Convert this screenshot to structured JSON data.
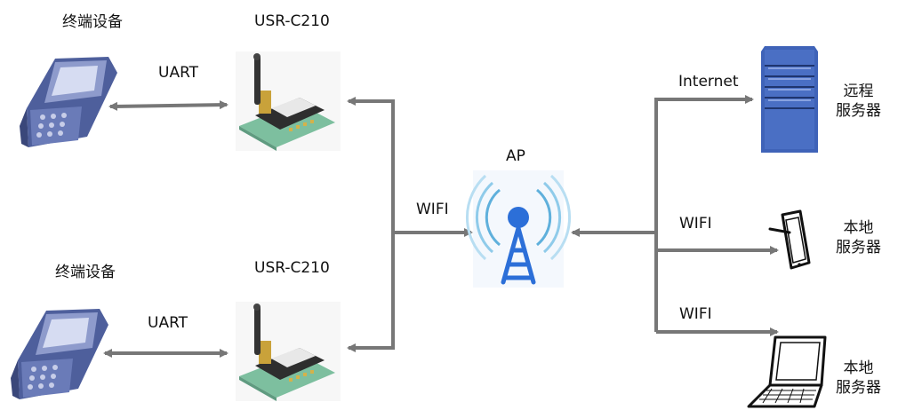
{
  "labels": {
    "terminal_1": "终端设备",
    "terminal_2": "终端设备",
    "module_1": "USR-C210",
    "module_2": "USR-C210",
    "uart_1": "UART",
    "uart_2": "UART",
    "wifi_left": "WIFI",
    "ap": "AP",
    "internet": "Internet",
    "wifi_right_1": "WIFI",
    "wifi_right_2": "WIFI",
    "remote_server": [
      "远程",
      "服务器"
    ],
    "local_server_1": [
      "本地",
      "服务器"
    ],
    "local_server_2": [
      "本地",
      "服务器"
    ]
  },
  "icons": [
    "terminal-device-icon",
    "wifi-module-icon",
    "ap-tower-icon",
    "server-icon",
    "tablet-icon",
    "laptop-icon"
  ],
  "colors": {
    "arrow": "#777777",
    "device_blue": "#5a6fae",
    "ap_blue": "#2c6fd8",
    "server_blue": "#3f63b8",
    "board_green": "#78bc9d"
  }
}
